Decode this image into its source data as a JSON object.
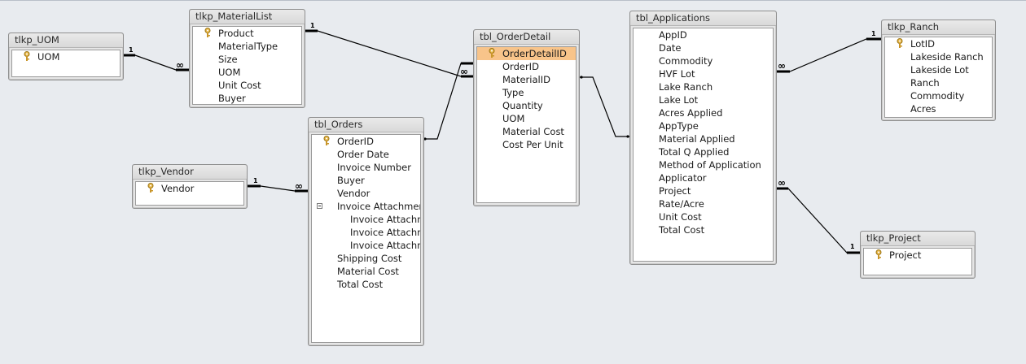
{
  "tables": {
    "uom": {
      "title": "tlkp_UOM",
      "fields": [
        "UOM"
      ]
    },
    "material": {
      "title": "tlkp_MaterialList",
      "fields": [
        "Product",
        "MaterialType",
        "Size",
        "UOM",
        "Unit Cost",
        "Buyer"
      ]
    },
    "vendor": {
      "title": "tlkp_Vendor",
      "fields": [
        "Vendor"
      ]
    },
    "orders": {
      "title": "tbl_Orders",
      "fields": [
        "OrderID",
        "Order Date",
        "Invoice Number",
        "Buyer",
        "Vendor",
        "Invoice Attachment",
        "Invoice Attachment.FileData",
        "Invoice Attachment.FileName",
        "Invoice Attachment.FileType",
        "Shipping Cost",
        "Material Cost",
        "Total Cost"
      ]
    },
    "orderdetail": {
      "title": "tbl_OrderDetail",
      "fields": [
        "OrderDetailID",
        "OrderID",
        "MaterialID",
        "Type",
        "Quantity",
        "UOM",
        "Material Cost",
        "Cost Per Unit"
      ]
    },
    "applications": {
      "title": "tbl_Applications",
      "fields": [
        "AppID",
        "Date",
        "Commodity",
        "HVF Lot",
        "Lake Ranch",
        "Lake Lot",
        "Acres Applied",
        "AppType",
        "Material Applied",
        "Total Q Applied",
        "Method of Application",
        "Applicator",
        "Project",
        "Rate/Acre",
        "Unit Cost",
        "Total Cost"
      ]
    },
    "ranch": {
      "title": "tlkp_Ranch",
      "fields": [
        "LotID",
        "Lakeside Ranch",
        "Lakeside Lot",
        "Ranch",
        "Commodity",
        "Acres"
      ]
    },
    "project": {
      "title": "tlkp_Project",
      "fields": [
        "Project"
      ]
    }
  },
  "relationships": {
    "one_symbol": "1",
    "many_symbol": "∞"
  },
  "colors": {
    "selected_field": "#f8c48a",
    "canvas": "#e8ebef"
  }
}
